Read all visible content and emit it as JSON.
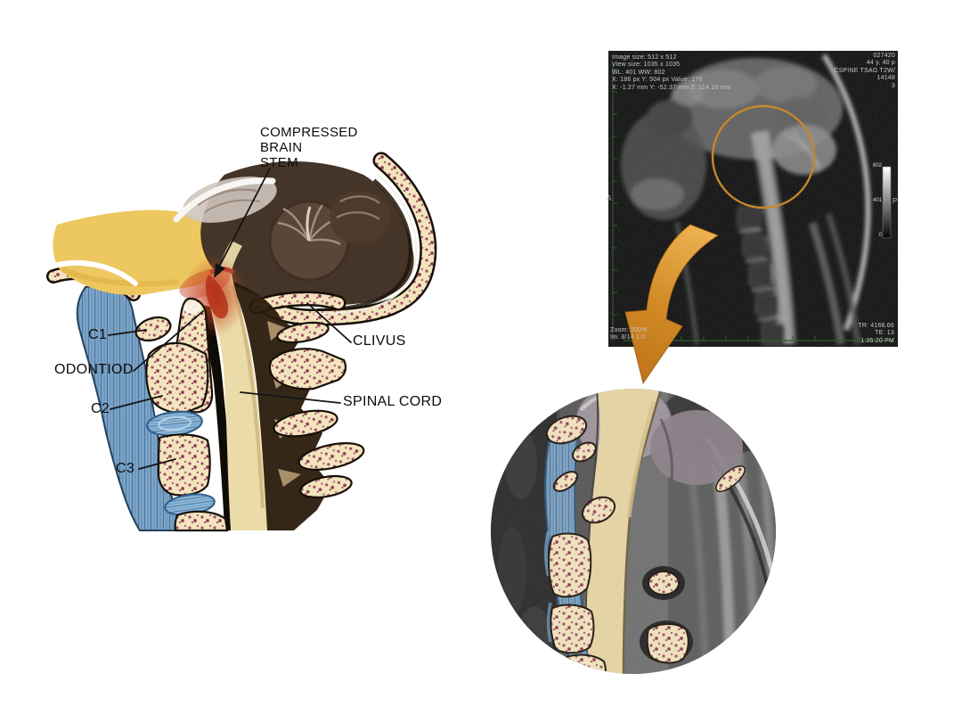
{
  "illustration": {
    "labels": {
      "compressed_brain_stem": {
        "lines": [
          "COMPRESSED",
          "BRAIN",
          "STEM"
        ]
      },
      "c1": "C1",
      "odontoid": "ODONTIOD",
      "c2": "C2",
      "c3": "C3",
      "clivus": "CLIVUS",
      "spinal_cord": "SPINAL CORD"
    }
  },
  "mri": {
    "top_left_lines": [
      "Image size: 512 x 512",
      "View size: 1035 x 1035",
      "WL: 401 WW: 802",
      "X: 186 px Y: 504 px Value: 170",
      "X: -1.27 mm Y: -52.37 mm Z: 114.10 mm"
    ],
    "top_right_lines": [
      "027420",
      "44 y, 40 p",
      "CSPINE TSAG T2W/",
      "14148",
      "3"
    ],
    "bottom_left_lines": [
      "Zoom: 200%",
      "Im: 8/14 1.0"
    ],
    "bottom_right_lines": [
      "TR: 4166.66",
      "TE: 13",
      "1:35:20 PM"
    ],
    "scale_bar": {
      "top": "802",
      "middle": "401",
      "bottom": "0"
    },
    "orientation_left": "A",
    "orientation_right": "P"
  },
  "colors": {
    "background": "#ffffff",
    "label_text": "#0d0d0d",
    "leader_line": "#141414",
    "annotation_circle": "#C8872A",
    "arrow_orange_light": "#F0B656",
    "arrow_orange_dark": "#BE7318",
    "mri_background": "#060606",
    "mri_overlay_text": "#C9C9C9",
    "ruler_green": "#2F5D2F",
    "bone_cream": "#F2E4BD",
    "bone_speckle": "#9E4E66",
    "disc_blue": "#7FA6C8",
    "cord_tan": "#EADBA8",
    "skull_yellow": "#EDC75F",
    "brain_brown": "#453528",
    "compression_red": "#C23A1F"
  }
}
